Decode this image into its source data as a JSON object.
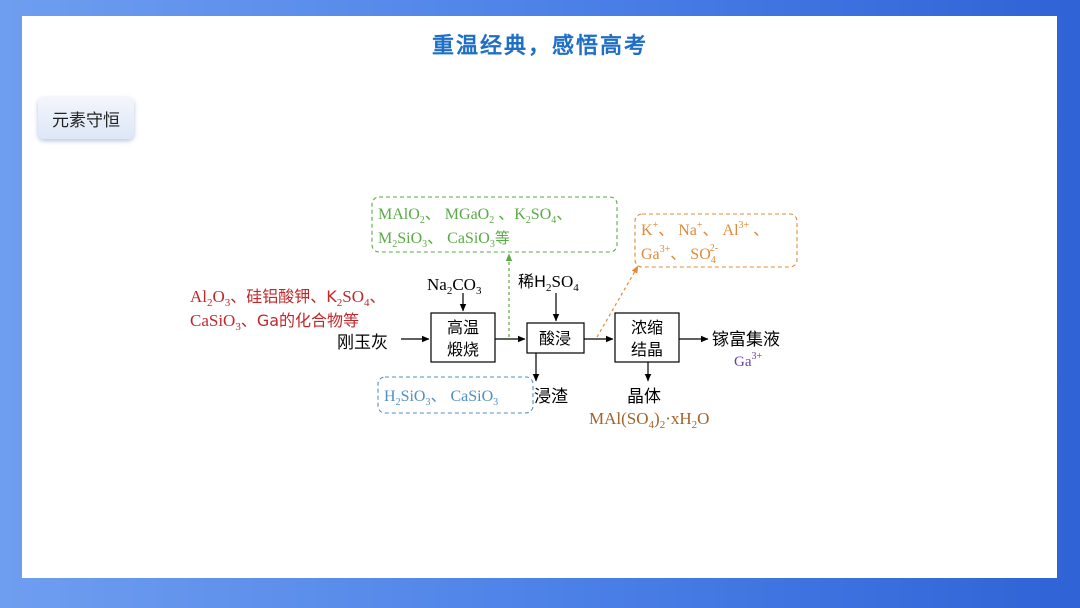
{
  "title": "重温经典，感悟高考",
  "tag": "元素守恒",
  "colors": {
    "red": "#c0282a",
    "green": "#5aaa46",
    "orange": "#e08a3a",
    "blue": "#4f8fc4",
    "purple": "#6a3fa0",
    "brown": "#a0632a",
    "title": "#1f6fc6"
  },
  "raw": {
    "line1_parts": [
      "Al",
      "2",
      "O",
      "3",
      "、硅铝酸钾、K",
      "2",
      "SO",
      "4",
      "、"
    ],
    "line2_parts": [
      "CaSiO",
      "3",
      "、Ga的化合物等"
    ],
    "name": "刚玉灰"
  },
  "reagents": {
    "na2co3_parts": [
      "Na",
      "2",
      "CO",
      "3"
    ],
    "h2so4_parts": [
      "稀H",
      "2",
      "SO",
      "4"
    ]
  },
  "steps": {
    "calcine_line1": "高温",
    "calcine_line2": "煅烧",
    "leach": "酸浸",
    "concentrate_line1": "浓缩",
    "concentrate_line2": "结晶"
  },
  "calcine_products": {
    "line1_parts": [
      "MAlO",
      "2",
      "、 MGaO",
      "2",
      " 、K",
      "2",
      "SO",
      "4",
      "、"
    ],
    "line2_parts": [
      "M",
      "2",
      "SiO",
      "3",
      "、 CaSiO",
      "3",
      "等"
    ]
  },
  "residue": {
    "box_parts": [
      "H",
      "2",
      "SiO",
      "3",
      "、 CaSiO",
      "3"
    ],
    "label": "浸渣"
  },
  "ions": {
    "line1_parts": [
      "K",
      "+",
      "、 Na",
      "+",
      "、 Al",
      "3+",
      " 、"
    ],
    "line2_parts": [
      "Ga",
      "3+",
      "、 SO",
      "4",
      "2-"
    ]
  },
  "crystal": {
    "label": "晶体",
    "formula_parts": [
      "MAl(SO",
      "4",
      ")",
      "2",
      "·xH",
      "2",
      "O"
    ]
  },
  "product": {
    "label": "镓富集液",
    "ion_parts": [
      "Ga",
      "3+"
    ]
  }
}
